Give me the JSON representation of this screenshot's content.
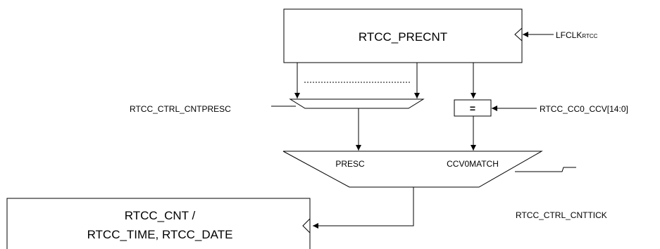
{
  "blocks": {
    "precnt": {
      "label": "RTCC_PRECNT"
    },
    "cnt": {
      "line1": "RTCC_CNT /",
      "line2": "RTCC_TIME, RTCC_DATE"
    },
    "compare": {
      "symbol": "="
    },
    "mux_out": {
      "in_left": "PRESC",
      "in_right": "CCV0MATCH"
    }
  },
  "signals": {
    "clock_in": {
      "main": "LFCLK",
      "sub": "RTCC"
    },
    "cntpresc": "RTCC_CTRL_CNTPRESC",
    "cc0_ccv": "RTCC_CC0_CCV[14:0]",
    "cnttick": "RTCC_CTRL_CNTTICK"
  },
  "colors": {
    "line": "#000000",
    "background": "#ffffff"
  }
}
